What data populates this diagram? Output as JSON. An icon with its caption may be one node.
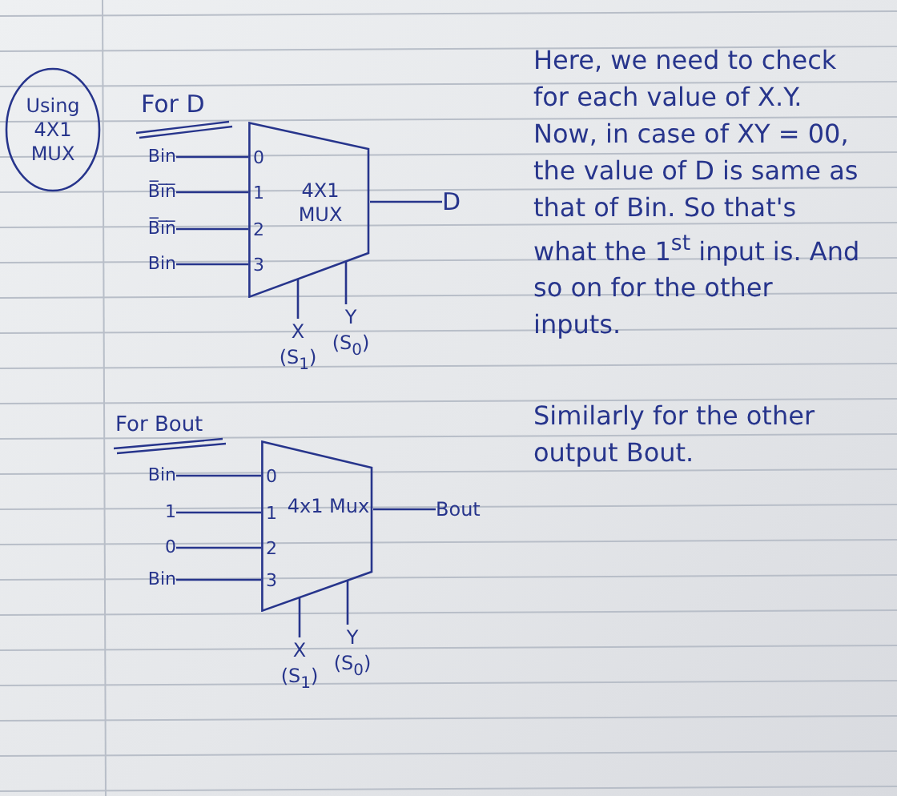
{
  "diagram": {
    "nodes": [
      {
        "text": [
          "Using 4X1 MUX"
        ]
      },
      {
        "text": [
          "Bin"
        ]
      },
      {
        "text": [
          "B̅i̅n̅"
        ]
      },
      {
        "text": [
          "B̅i̅n̅"
        ]
      },
      {
        "text": [
          "Bin"
        ]
      },
      {
        "text": [
          "4X1 MUX",
          "0",
          "1",
          "2",
          "3"
        ]
      },
      {
        "text": [
          "D"
        ]
      },
      {
        "text": [
          "X (S$_{1}$)"
        ]
      },
      {
        "text": [
          "Y (S$_{0}$)"
        ]
      },
      {
        "text": [
          "Bin"
        ]
      },
      {
        "text": [
          "1"
        ]
      },
      {
        "text": [
          "0"
        ]
      },
      {
        "text": [
          "Bin"
        ]
      },
      {
        "text": [
          "4x1 Mux",
          "0",
          "1",
          "2",
          "3"
        ]
      },
      {
        "text": [
          "Bout"
        ]
      },
      {
        "text": [
          "X (S$_{1}$)"
        ]
      },
      {
        "text": [
          "Y (S$_{0}$)"
        ]
      }
    ],
    "edges": [
      {
        "from": 1,
        "to": 5,
        "arrow": "none"
      },
      {
        "from": 2,
        "to": 5,
        "arrow": "none"
      },
      {
        "from": 3,
        "to": 5,
        "arrow": "none"
      },
      {
        "from": 4,
        "to": 5,
        "arrow": "none"
      },
      {
        "from": 5,
        "to": 6,
        "arrow": "none"
      },
      {
        "from": 5,
        "to": 7,
        "arrow": "none"
      },
      {
        "from": 5,
        "to": 8,
        "arrow": "none"
      },
      {
        "from": 9,
        "to": 13,
        "arrow": "none"
      },
      {
        "from": 10,
        "to": 13,
        "arrow": "none"
      },
      {
        "from": 11,
        "to": 13,
        "arrow": "none"
      },
      {
        "from": 12,
        "to": 13,
        "arrow": "none"
      },
      {
        "from": 13,
        "to": 14,
        "arrow": "none"
      },
      {
        "from": 13,
        "to": 15,
        "arrow": "none"
      },
      {
        "from": 13,
        "to": 16,
        "arrow": "none"
      }
    ],
    "labels": [
      "For D",
      "Here, we need to check for each value of X.Y. Now, in case of XY = 00, the value of D is same as that of Bin. So that's what the 1$^{st}$ input is. And so on for the other inputs.",
      "Similarly for the other output Bout.",
      "For Bout"
    ]
  }
}
